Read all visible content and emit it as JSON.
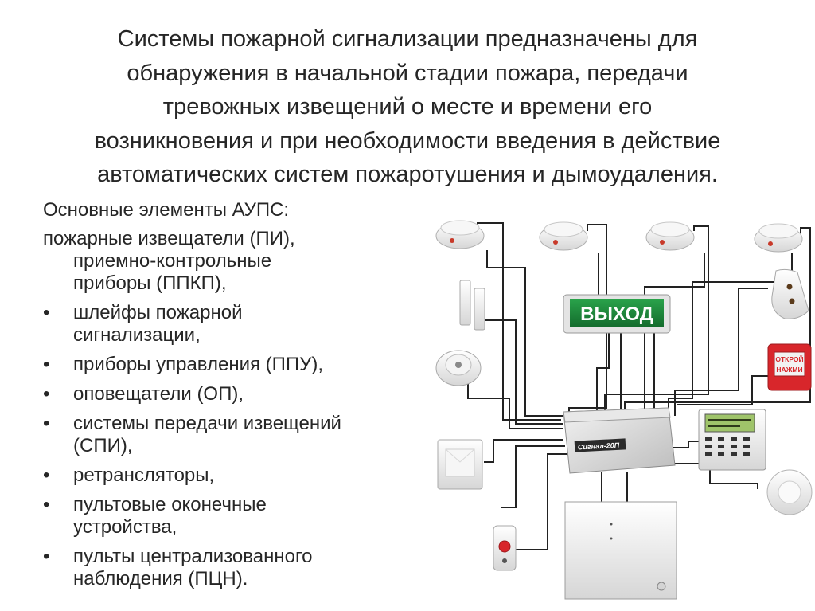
{
  "title_lines": [
    "Системы пожарной сигнализации предназначены для",
    "обнаружения в начальной стадии пожара, передачи",
    "тревожных извещений о месте и времени его",
    "возникновения и при необходимости введения в действие",
    "автоматических систем пожаротушения и дымоудаления."
  ],
  "intro": "Основные элементы АУПС:",
  "first_item": [
    "пожарные извещатели (ПИ),",
    "приемно-контрольные",
    "приборы (ППКП),"
  ],
  "items": [
    [
      "шлейфы пожарной",
      "сигнализации,"
    ],
    [
      "приборы управления (ППУ),"
    ],
    [
      "оповещатели (ОП),"
    ],
    [
      "системы передачи извещений",
      "(СПИ),"
    ],
    [
      "ретрансляторы,"
    ],
    [
      "пультовые оконечные",
      "устройства,"
    ],
    [
      "пульты централизованного",
      "наблюдения (ПЦН)."
    ]
  ],
  "bullet": "•",
  "diagram": {
    "exit_sign": "ВЫХОД",
    "panel_label": "Сигнал-20П",
    "callpoint_top": "ОТКРОЙ",
    "callpoint_bottom": "НАЖМИ",
    "colors": {
      "exit_green": "#1d8a3c",
      "callpoint_red": "#d8262b",
      "keypad_screen": "#9fc46a"
    }
  }
}
